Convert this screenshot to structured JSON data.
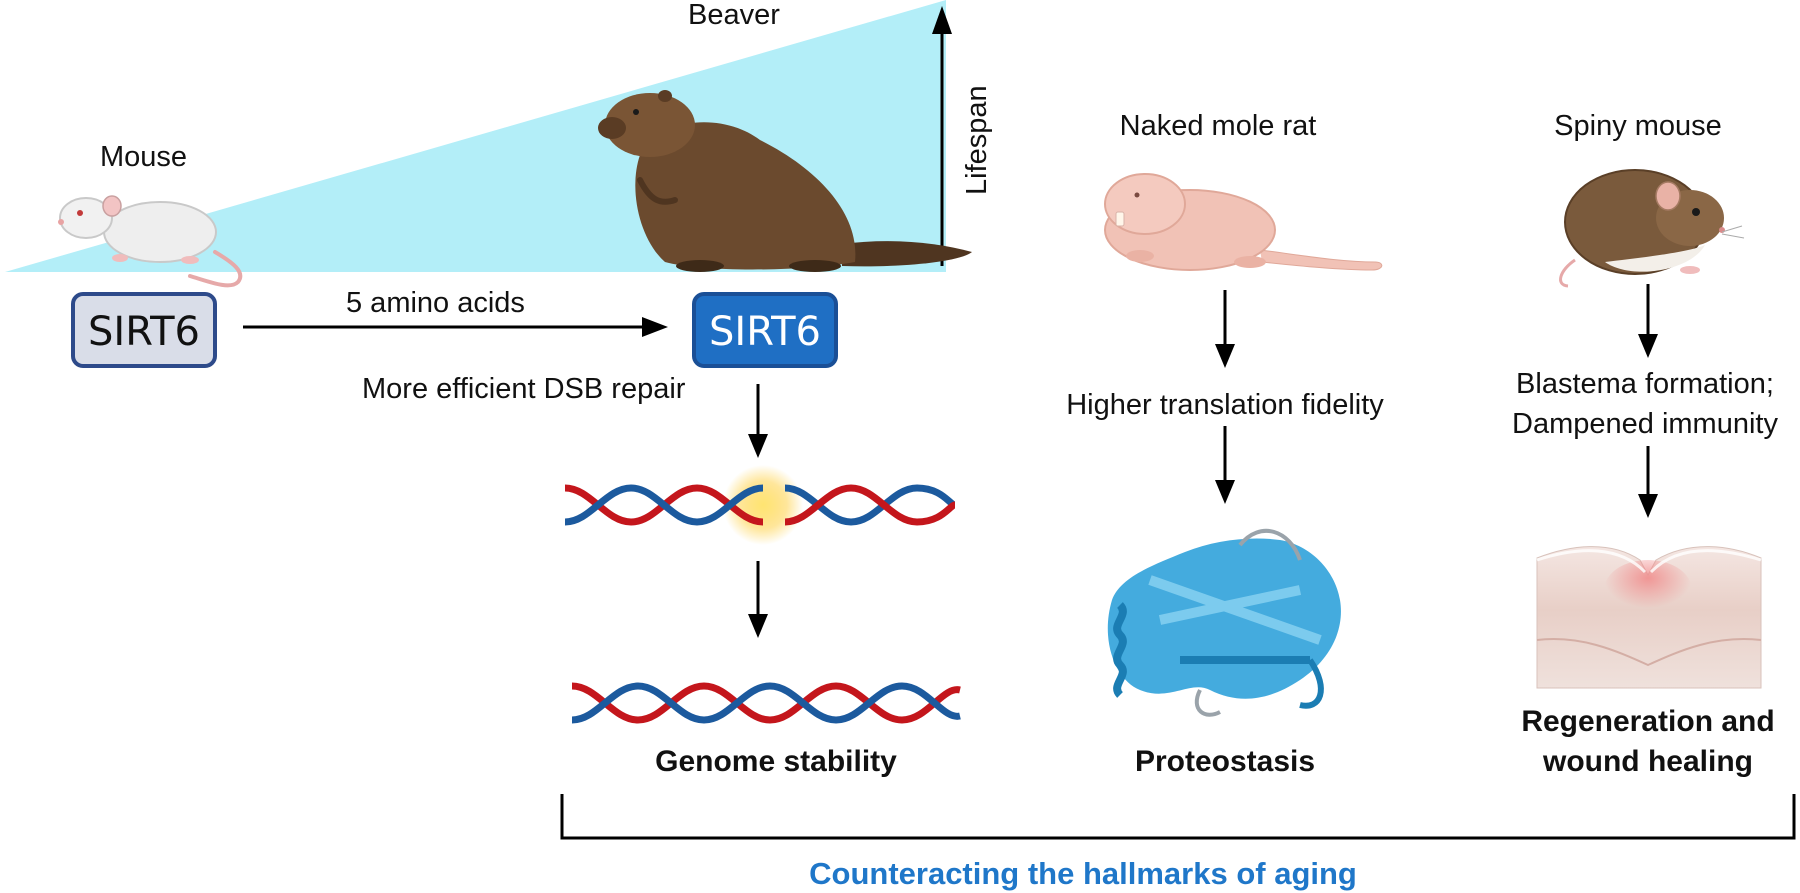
{
  "labels": {
    "mouse": "Mouse",
    "beaver": "Beaver",
    "lifespan": "Lifespan",
    "naked_mole_rat": "Naked mole rat",
    "spiny_mouse": "Spiny mouse",
    "sirt6_mouse": "SIRT6",
    "sirt6_beaver": "SIRT6",
    "amino_acids": "5 amino acids",
    "dsb_repair": "More efficient DSB repair",
    "translation_fidelity": "Higher translation fidelity",
    "blastema_line1": "Blastema formation;",
    "blastema_line2": "Dampened immunity",
    "genome_stability": "Genome stability",
    "proteostasis": "Proteostasis",
    "regeneration_line1": "Regeneration and",
    "regeneration_line2": "wound healing",
    "footer": "Counteracting the hallmarks of aging"
  },
  "colors": {
    "lifespan_wedge": "#b3eef8",
    "sirt6_mouse_fill": "#d9dde8",
    "sirt6_mouse_border": "#2d4a8a",
    "sirt6_beaver_fill": "#1f6fc4",
    "sirt6_beaver_border": "#1a4f96",
    "dna_red": "#c4161c",
    "dna_blue": "#1c5a9e",
    "protein": "#3aa6dc",
    "footer_text": "#1f77c9",
    "mouse_fur": "#eeeeee",
    "beaver_fur": "#6b4a2e",
    "mole_rat_skin": "#f1c2b6",
    "spiny_mouse_fur": "#7a5a3c",
    "skin_tissue": "#ead6cf"
  }
}
